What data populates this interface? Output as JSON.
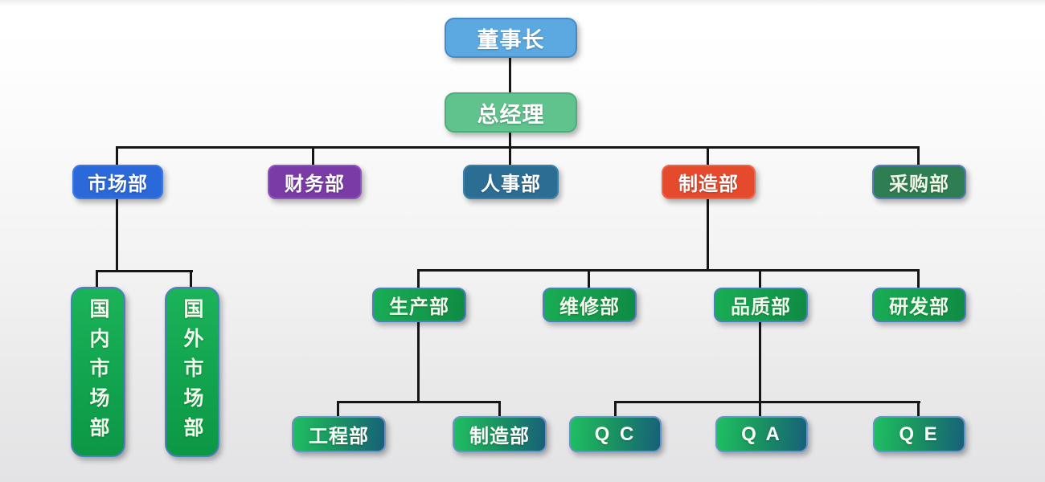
{
  "diagram": {
    "type": "org-chart",
    "line_color": "#161616",
    "nodes": {
      "chairman": {
        "label": "董事长",
        "fill": "#5BA9E0",
        "border": "#4589C8",
        "text_color": "#FFFFFF"
      },
      "gm": {
        "label": "总经理",
        "fill": "#60C28D",
        "border": "#4EAD7B",
        "text_color": "#FFFFFF"
      },
      "marketing": {
        "label": "市场部",
        "fill": "#2B68D9",
        "border": "#3E7AE4",
        "text_color": "#FFFFFF"
      },
      "finance": {
        "label": "财务部",
        "fill": "#7B3BA7",
        "border": "#8F55BE",
        "text_color": "#FFFFFF"
      },
      "hr": {
        "label": "人事部",
        "fill": "#2C6D94",
        "border": "#3A80A8",
        "text_color": "#FFFFFF"
      },
      "manufacturing": {
        "label": "制造部",
        "fill": "#E64A2C",
        "border": "#EF6748",
        "text_color": "#FFFFFF"
      },
      "purchasing": {
        "label": "采购部",
        "fill": "#2E7D53",
        "border": "#5580B8",
        "text_color": "#EDF7E3"
      },
      "domestic": {
        "label": "国内市场部",
        "fill": "#14A954",
        "fill2": "#0C9745",
        "border": "#4E7FC1",
        "text_color": "#F2FAEC",
        "orientation": "vertical"
      },
      "foreign": {
        "label": "国外市场部",
        "fill": "#14A954",
        "fill2": "#0C9745",
        "border": "#4E7FC1",
        "text_color": "#F2FAEC",
        "orientation": "vertical"
      },
      "production": {
        "label": "生产部",
        "fill": "#19AD55",
        "fill2": "#0F8A43",
        "border": "#4E7FC1",
        "text_color": "#F2FAEC"
      },
      "maintenance": {
        "label": "维修部",
        "fill": "#19AD55",
        "fill2": "#0F8A43",
        "border": "#4E7FC1",
        "text_color": "#F2FAEC"
      },
      "quality": {
        "label": "品质部",
        "fill": "#19AD55",
        "fill2": "#0F8A43",
        "border": "#4E7FC1",
        "text_color": "#F2FAEC"
      },
      "rnd": {
        "label": "研发部",
        "fill": "#19AD55",
        "fill2": "#0F8A43",
        "border": "#4E7FC1",
        "text_color": "#F2FAEC"
      },
      "engineering": {
        "label": "工程部",
        "fill": "#1FBF62",
        "fill2": "#176079",
        "border": "#6C92C6",
        "text_color": "#FAFDF7"
      },
      "manufacturing2": {
        "label": "制造部",
        "fill": "#1FBF62",
        "fill2": "#176079",
        "border": "#6C92C6",
        "text_color": "#FAFDF7"
      },
      "qc": {
        "label": "Q C",
        "fill": "#1FBF62",
        "fill2": "#176079",
        "border": "#6C92C6",
        "text_color": "#FAFDF7"
      },
      "qa": {
        "label": "Q A",
        "fill": "#1FBF62",
        "fill2": "#176079",
        "border": "#6C92C6",
        "text_color": "#FAFDF7"
      },
      "qe": {
        "label": "Q E",
        "fill": "#1FBF62",
        "fill2": "#176079",
        "border": "#6C92C6",
        "text_color": "#FAFDF7"
      }
    },
    "hierarchy": [
      {
        "parent": "董事长",
        "children": [
          "总经理"
        ]
      },
      {
        "parent": "总经理",
        "children": [
          "市场部",
          "财务部",
          "人事部",
          "制造部",
          "采购部"
        ]
      },
      {
        "parent": "市场部",
        "children": [
          "国内市场部",
          "国外市场部"
        ]
      },
      {
        "parent": "制造部",
        "children": [
          "生产部",
          "维修部",
          "品质部",
          "研发部"
        ]
      },
      {
        "parent": "生产部",
        "children": [
          "工程部",
          "制造部"
        ]
      },
      {
        "parent": "品质部",
        "children": [
          "Q C",
          "Q A",
          "Q E"
        ]
      }
    ]
  }
}
